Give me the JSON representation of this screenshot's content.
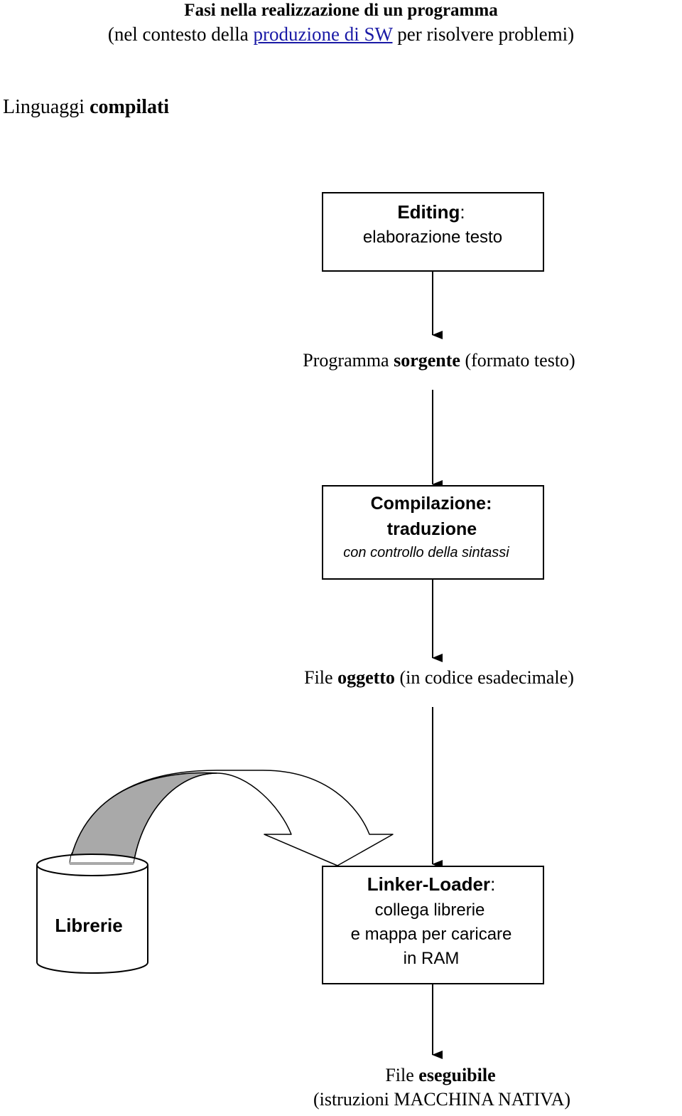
{
  "header": {
    "title": "Fasi nella realizzazione di un programma",
    "subtitle_pre": "(nel contesto della ",
    "subtitle_link": "produzione di SW",
    "subtitle_post": " per risolvere problemi)"
  },
  "section": {
    "label_plain": "Linguaggi ",
    "label_bold": "compilati"
  },
  "diagram": {
    "editing": {
      "title": "Editing",
      "title_suffix": ":",
      "desc": "elaborazione testo"
    },
    "source": {
      "pre": "Programma ",
      "bold": "sorgente",
      "post": " (formato testo)"
    },
    "compile": {
      "title": "Compilazione:",
      "subtitle": "traduzione",
      "desc": "con controllo della sintassi"
    },
    "object": {
      "pre": "File ",
      "bold": "oggetto",
      "post": " (in codice esadecimale)"
    },
    "linker": {
      "title": "Linker-Loader",
      "title_suffix": ":",
      "line1": "collega librerie",
      "line2": "e mappa per caricare",
      "line3": "in RAM"
    },
    "libraries": {
      "label": "Librerie"
    },
    "exe": {
      "pre": "File ",
      "bold": "eseguibile",
      "line2": "(istruzioni MACCHINA NATIVA)"
    }
  }
}
